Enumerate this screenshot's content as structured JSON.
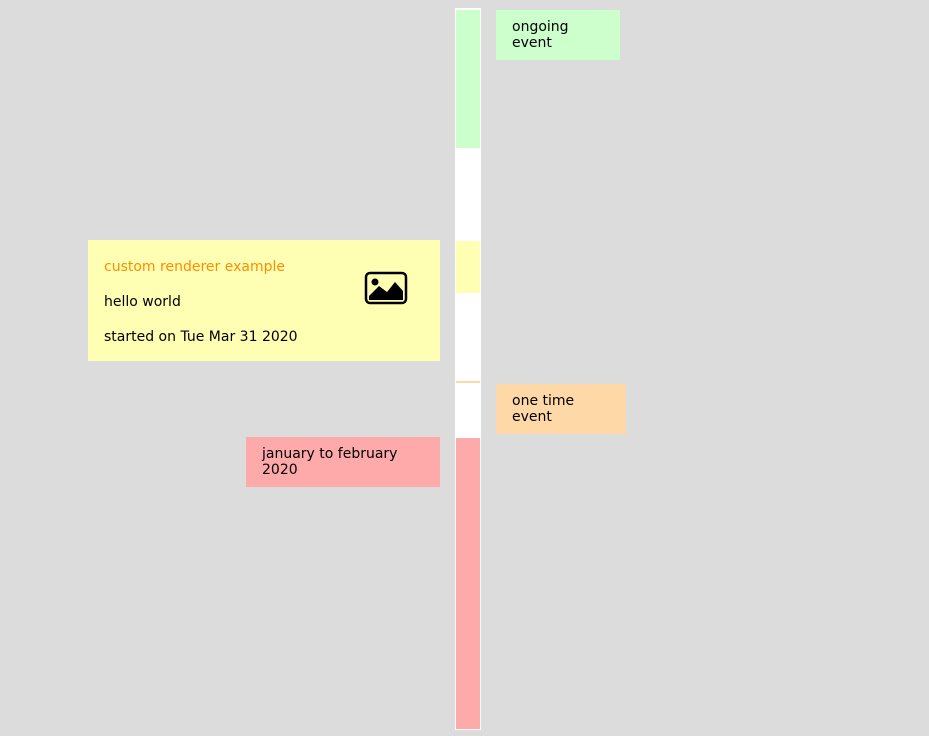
{
  "colors": {
    "background": "#dcdcdc",
    "timeline_track": "#ffffff",
    "ongoing": "#ccffcc",
    "custom": "#ffffb3",
    "one_time": "#ffd8a8",
    "jan_feb": "#ffaaaa",
    "custom_title": "#ff8c00"
  },
  "events": {
    "ongoing": {
      "label": "ongoing event"
    },
    "custom": {
      "title": "custom renderer example",
      "body": "hello world",
      "started": "started on Tue Mar 31 2020",
      "icon": "image-icon"
    },
    "one_time": {
      "label": "one time event"
    },
    "jan_feb": {
      "label": "january to february 2020"
    }
  }
}
